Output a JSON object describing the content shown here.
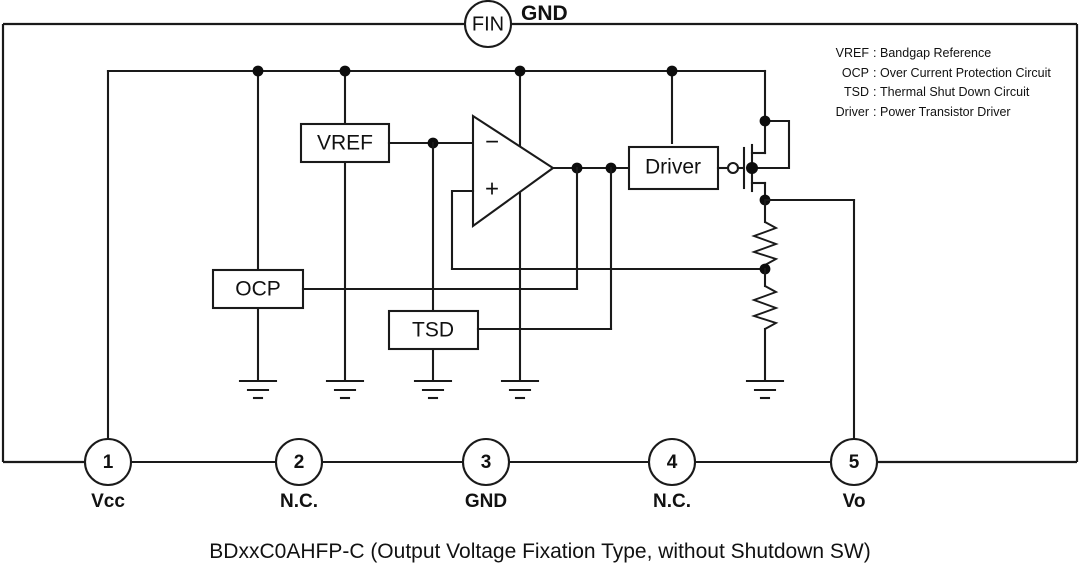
{
  "diagram": {
    "caption": "BDxxC0AHFP-C (Output Voltage Fixation Type, without Shutdown SW)",
    "fin_label": "FIN",
    "gnd_label": "GND",
    "opamp": {
      "minus": "−",
      "plus": "+"
    },
    "blocks": [
      {
        "id": "vref",
        "label": "VREF"
      },
      {
        "id": "ocp",
        "label": "OCP"
      },
      {
        "id": "tsd",
        "label": "TSD"
      },
      {
        "id": "driver",
        "label": "Driver"
      }
    ],
    "pins": [
      {
        "number": "1",
        "name": "Vcc"
      },
      {
        "number": "2",
        "name": "N.C."
      },
      {
        "number": "3",
        "name": "GND"
      },
      {
        "number": "4",
        "name": "N.C."
      },
      {
        "number": "5",
        "name": "Vo"
      }
    ],
    "legend": [
      {
        "key": "VREF",
        "sep": ":",
        "value": "Bandgap Reference"
      },
      {
        "key": "OCP",
        "sep": ":",
        "value": "Over Current Protection Circuit"
      },
      {
        "key": "TSD",
        "sep": ":",
        "value": "Thermal Shut Down Circuit"
      },
      {
        "key": "Driver",
        "sep": ":",
        "value": "Power Transistor Driver"
      }
    ],
    "colors": {
      "background": "#ffffff",
      "wire": "#1a1a1a",
      "text": "#111111"
    }
  }
}
